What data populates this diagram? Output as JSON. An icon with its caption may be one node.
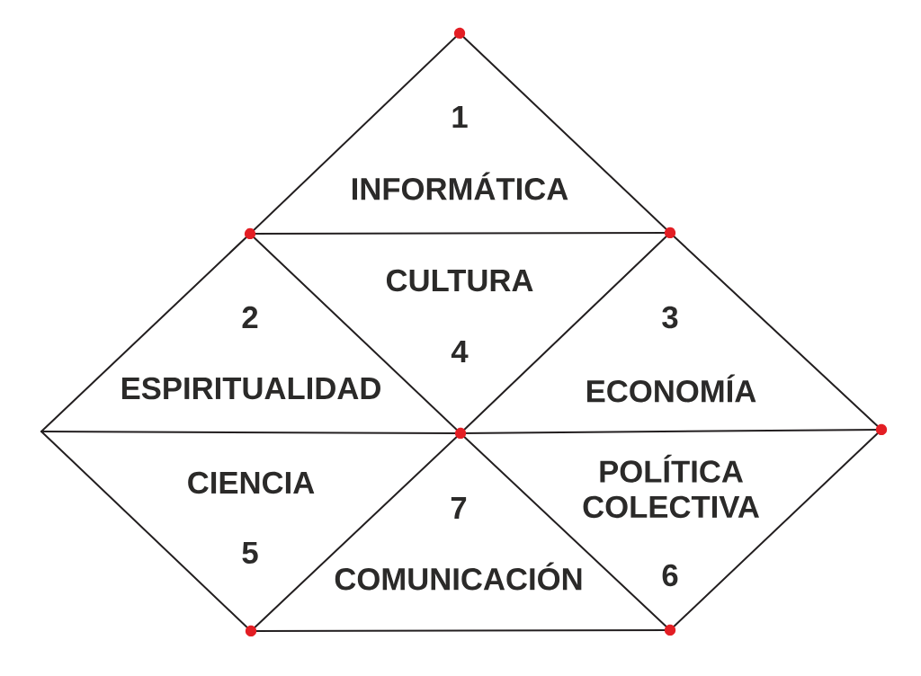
{
  "diagram": {
    "nodes": [
      {
        "text": [
          "1",
          "INFORMÁTICA"
        ]
      },
      {
        "text": [
          "2",
          "ESPIRITUALIDAD"
        ]
      },
      {
        "text": [
          "CULTURA",
          "4"
        ]
      },
      {
        "text": [
          "3",
          "ECONOMÍA"
        ]
      },
      {
        "text": [
          "CIENCIA",
          "5"
        ]
      },
      {
        "text": [
          "7",
          "COMUNICACIÓN"
        ]
      },
      {
        "text": [
          "POLÍTICA COLECTIVA",
          "6"
        ]
      }
    ]
  }
}
